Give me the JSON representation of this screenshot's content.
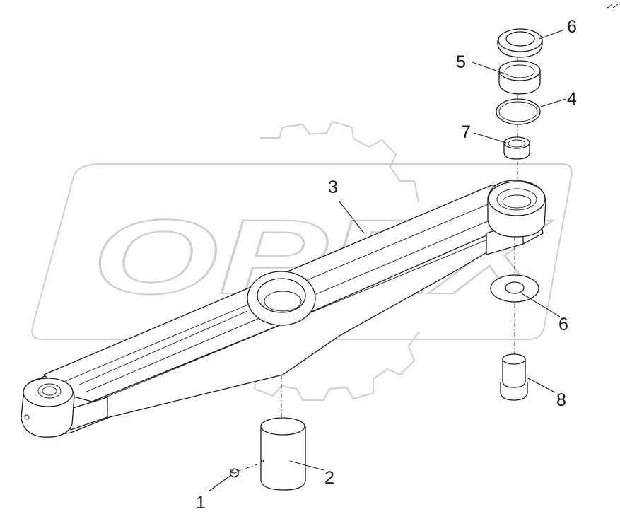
{
  "watermark": {
    "text": "OPEX"
  },
  "callouts": [
    {
      "id": "1",
      "label": "1"
    },
    {
      "id": "2",
      "label": "2"
    },
    {
      "id": "3",
      "label": "3"
    },
    {
      "id": "4",
      "label": "4"
    },
    {
      "id": "5",
      "label": "5"
    },
    {
      "id": "6a",
      "label": "6"
    },
    {
      "id": "6b",
      "label": "6"
    },
    {
      "id": "7",
      "label": "7"
    },
    {
      "id": "8",
      "label": "8"
    }
  ]
}
